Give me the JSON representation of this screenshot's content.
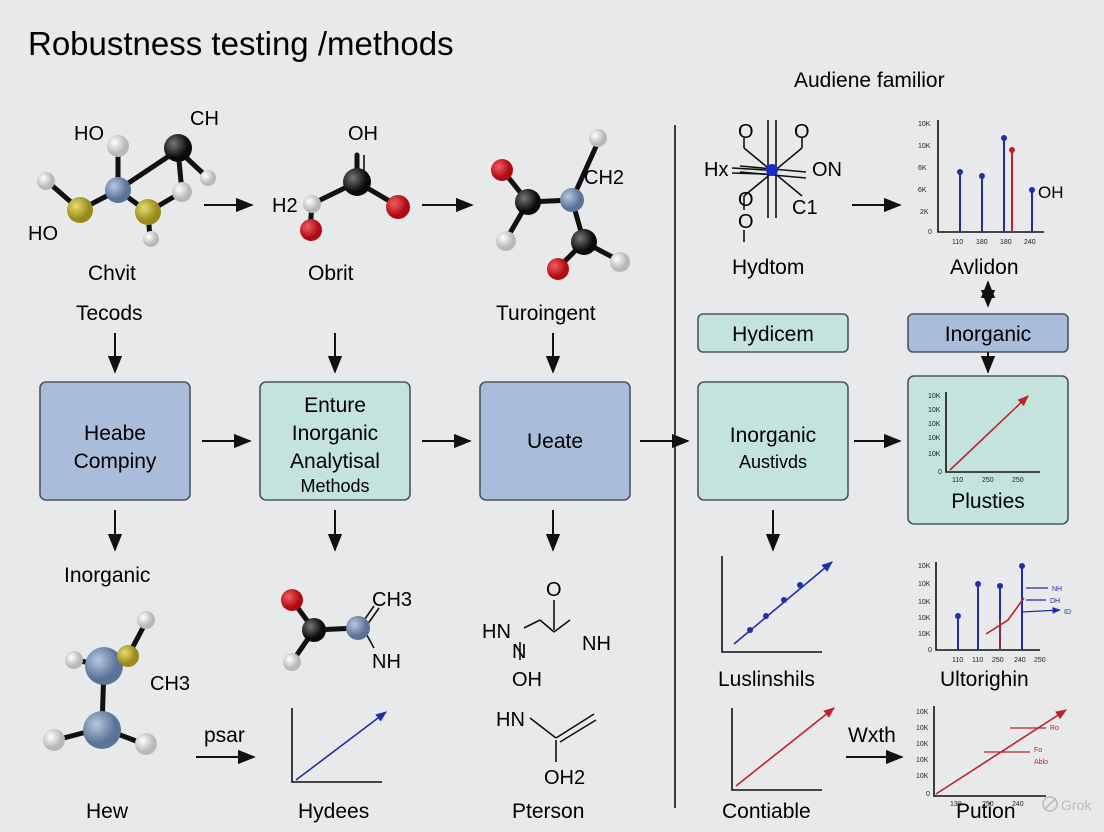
{
  "title": "Robustness testing /methods",
  "top_right_caption": "Audiene familior",
  "watermark": "Grok",
  "colors": {
    "background": "#e8e9ea",
    "blue_box": "#a9bcd9",
    "green_box": "#c4e3dd",
    "box_border": "#4a5560",
    "atom_black": "#141414",
    "atom_red": "#c8141c",
    "atom_blue": "#6f87aa",
    "atom_yellow": "#b7a52c",
    "atom_white": "#e4e4e4",
    "plot_blue": "#1f2fa8",
    "plot_red": "#c0202a"
  },
  "columns": {
    "c1": {
      "mol_top_labels": [
        "HO",
        "CH",
        "HO"
      ],
      "caption1": "Chvit",
      "caption2": "Tecods",
      "box": [
        "Heabe",
        "Compiny"
      ],
      "below": "Inorganic",
      "mol_bottom_label": "CH3",
      "bottom": "Hew"
    },
    "c2": {
      "mol_top_labels": [
        "OH",
        "H2"
      ],
      "caption1": "Obrit",
      "box": [
        "Enture",
        "Inorganic",
        "Analytisal",
        "Methods"
      ],
      "mol_bottom_label": "CH3",
      "mol_bottom_label2": "NH",
      "plot_side_label": "psar",
      "bottom": "Hydees"
    },
    "c3": {
      "mol_top_labels": [
        "CH2"
      ],
      "caption2": "Turoingent",
      "box": [
        "Ueate"
      ],
      "struct_labels": [
        "O",
        "HN",
        "N",
        "NH",
        "OH"
      ],
      "struct2_labels": [
        "HN",
        "OH2"
      ],
      "bottom": "Pterson"
    },
    "c4": {
      "struct_labels": [
        "O",
        "O",
        "Hx",
        "ON",
        "O",
        "C1",
        "O"
      ],
      "caption1": "Hydtom",
      "box_small": "Hydicem",
      "box": [
        "Inorganic",
        "Austivds"
      ],
      "plot_label": "Luslinshils",
      "bottom": "Contiable"
    },
    "c5": {
      "plot_top_label": "OH",
      "caption1": "Avlidon",
      "box_small": "Inorganic",
      "box_plot_label": "Plusties",
      "plot_label": "Ultorighin",
      "side_label": "Wxth",
      "bottom": "Pution"
    }
  },
  "tick_labels": {
    "c5_top_y": [
      "10K",
      "10K",
      "6K",
      "6K",
      "2K",
      "0"
    ],
    "c5_top_x": [
      "110",
      "180",
      "180",
      "240"
    ],
    "c5_box_y": [
      "10K",
      "10K",
      "10K",
      "10K",
      "10K",
      "0"
    ],
    "c5_box_x": [
      "110",
      "250",
      "250"
    ],
    "c5_mid_y": [
      "10K",
      "10K",
      "10K",
      "10K",
      "10K",
      "0"
    ],
    "c5_mid_x": [
      "110",
      "110",
      "250",
      "240",
      "250"
    ],
    "c5_mid_legend": [
      "NH",
      "DH",
      "ID"
    ],
    "c5_bot_y": [
      "10K",
      "10K",
      "10K",
      "10K",
      "10K",
      "0"
    ],
    "c5_bot_x": [
      "130",
      "250",
      "240"
    ],
    "c5_bot_legend": [
      "Ro",
      "Fo",
      "Ablo"
    ]
  }
}
